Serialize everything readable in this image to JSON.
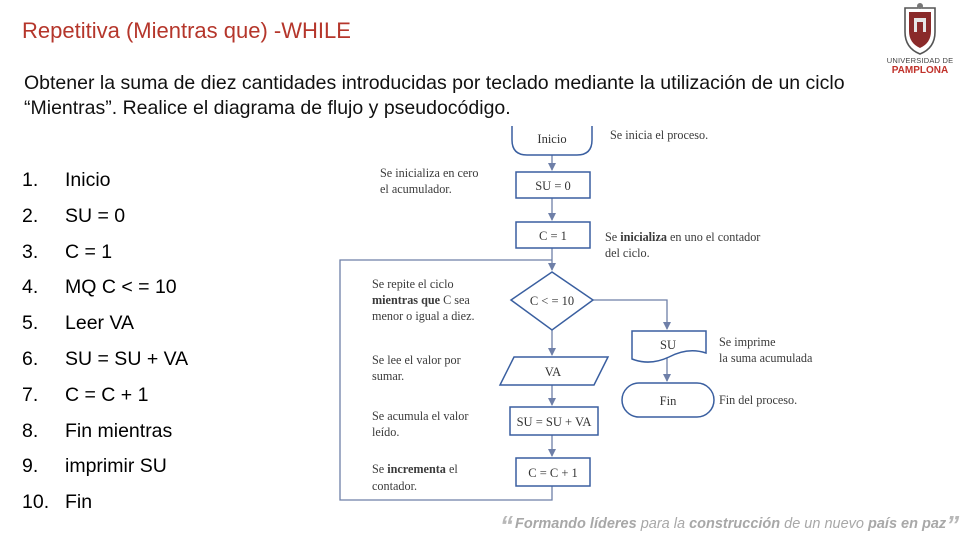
{
  "slide": {
    "title": "Repetitiva (Mientras que) -WHILE",
    "intro": "Obtener la suma de diez cantidades introducidas por teclado mediante la utilización de un ciclo “Mientras”. Realice el diagrama de flujo y pseudocódigo."
  },
  "logo": {
    "line1": "UNIVERSIDAD DE",
    "line2": "PAMPLONA"
  },
  "steps": [
    {
      "num": "1.",
      "text": "Inicio"
    },
    {
      "num": "2.",
      "text": "SU = 0"
    },
    {
      "num": "3.",
      "text": "C = 1"
    },
    {
      "num": "4.",
      "text": "MQ C < = 10"
    },
    {
      "num": "5.",
      "text": "Leer VA"
    },
    {
      "num": "6.",
      "text": "SU = SU + VA"
    },
    {
      "num": "7.",
      "text": "C = C + 1"
    },
    {
      "num": "8.",
      "text": "Fin mientras"
    },
    {
      "num": "9.",
      "text": "imprimir SU"
    },
    {
      "num": "10.",
      "text": "Fin"
    }
  ],
  "flow": {
    "start": "Inicio",
    "init_su": "SU = 0",
    "init_c": "C = 1",
    "cond": "C < = 10",
    "read": "VA",
    "accum": "SU = SU + VA",
    "incr": "C = C + 1",
    "print": "SU",
    "end": "Fin",
    "notes": {
      "start": "Se inicia el proceso.",
      "su_1": "Se inicializa en cero",
      "su_2": "el acumulador.",
      "c_1a": "Se ",
      "c_1b": "inicializa",
      "c_1c": " en uno el contador",
      "c_2": "del ciclo.",
      "cond_1": "Se repite el ciclo",
      "cond_2a": "mientras que",
      "cond_2b": " C sea",
      "cond_3": "menor o igual a diez.",
      "read_1": "Se lee el valor por",
      "read_2": "sumar.",
      "accum_1": "Se acumula el valor",
      "accum_2": "leído.",
      "incr_1a": "Se ",
      "incr_1b": "incrementa",
      "incr_1c": " el",
      "incr_2": "contador.",
      "print_1": "Se imprime",
      "print_2": "la suma acumulada",
      "end": "Fin del proceso."
    }
  },
  "footer": {
    "quote": "“",
    "w1": "Formando líderes",
    "w2": " para la ",
    "w3": "construcción",
    "w4": " de un nuevo ",
    "w5": "país en paz",
    "w6": "”"
  },
  "colors": {
    "title": "#b5362b",
    "shape_stroke": "#3a5fa0",
    "connector": "#6e7fa8"
  }
}
